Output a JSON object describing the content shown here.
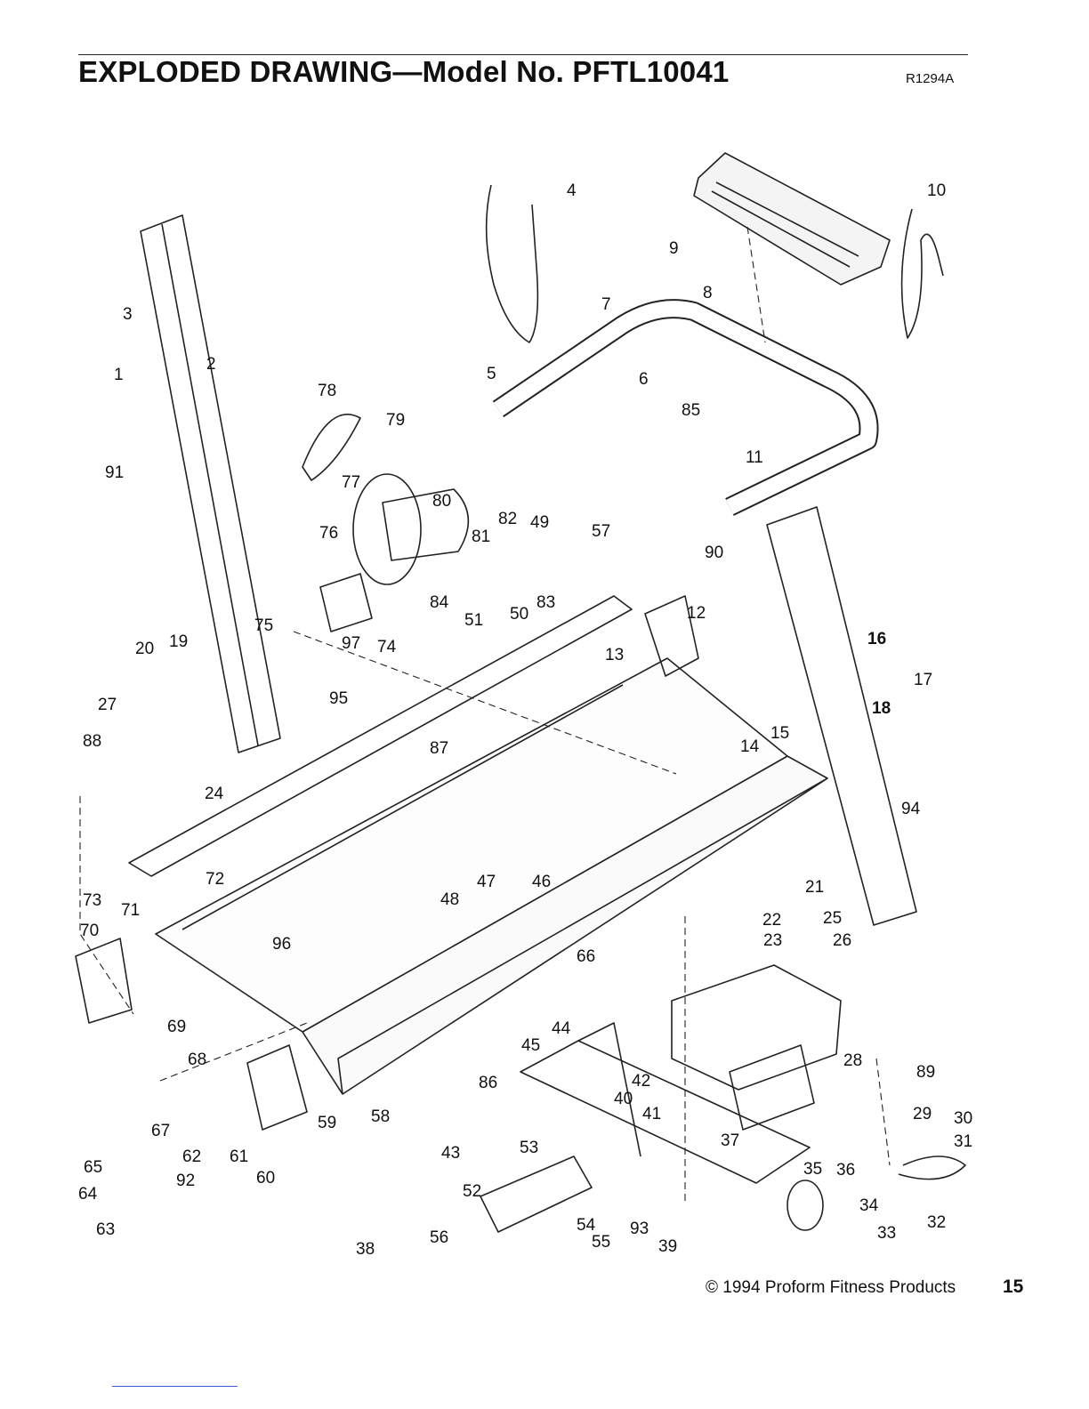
{
  "header": {
    "title": "EXPLODED DRAWING—Model No. PFTL10041",
    "code": "R1294A"
  },
  "footer": {
    "copyright": "© 1994 Proform Fitness Products",
    "page_number": "15"
  },
  "diagram": {
    "part_labels": [
      "1",
      "2",
      "3",
      "4",
      "5",
      "6",
      "7",
      "8",
      "9",
      "10",
      "11",
      "12",
      "13",
      "14",
      "15",
      "16",
      "17",
      "18",
      "19",
      "20",
      "21",
      "22",
      "23",
      "24",
      "25",
      "26",
      "27",
      "28",
      "29",
      "30",
      "31",
      "32",
      "33",
      "34",
      "35",
      "36",
      "37",
      "38",
      "39",
      "40",
      "41",
      "42",
      "43",
      "44",
      "45",
      "46",
      "47",
      "48",
      "49",
      "50",
      "51",
      "52",
      "53",
      "54",
      "55",
      "56",
      "57",
      "58",
      "59",
      "60",
      "61",
      "62",
      "63",
      "64",
      "65",
      "66",
      "67",
      "68",
      "69",
      "70",
      "71",
      "72",
      "73",
      "74",
      "75",
      "76",
      "77",
      "78",
      "79",
      "80",
      "81",
      "82",
      "83",
      "84",
      "85",
      "86",
      "87",
      "88",
      "89",
      "90",
      "91",
      "92",
      "93",
      "94",
      "95",
      "96",
      "97"
    ]
  }
}
